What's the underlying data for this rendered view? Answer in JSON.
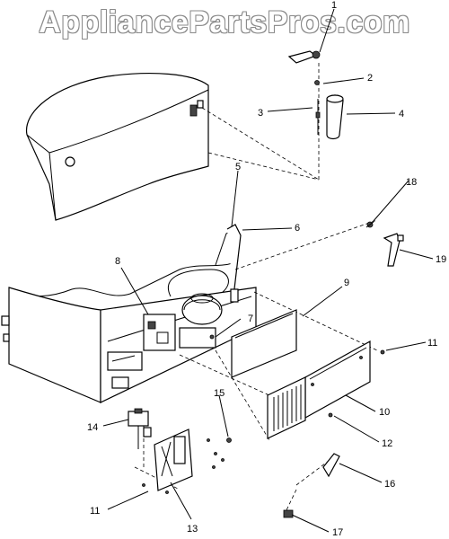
{
  "watermark": {
    "text": "AppliancePartsPros.com"
  },
  "callouts": [
    {
      "id": "1",
      "label": "1"
    },
    {
      "id": "2",
      "label": "2"
    },
    {
      "id": "3",
      "label": "3"
    },
    {
      "id": "4",
      "label": "4"
    },
    {
      "id": "5",
      "label": "5"
    },
    {
      "id": "6",
      "label": "6"
    },
    {
      "id": "7",
      "label": "7"
    },
    {
      "id": "8",
      "label": "8"
    },
    {
      "id": "9",
      "label": "9"
    },
    {
      "id": "10",
      "label": "10"
    },
    {
      "id": "11a",
      "label": "11"
    },
    {
      "id": "11b",
      "label": "11"
    },
    {
      "id": "12",
      "label": "12"
    },
    {
      "id": "13",
      "label": "13"
    },
    {
      "id": "14",
      "label": "14"
    },
    {
      "id": "15",
      "label": "15"
    },
    {
      "id": "16",
      "label": "16"
    },
    {
      "id": "17",
      "label": "17"
    },
    {
      "id": "18",
      "label": "18"
    },
    {
      "id": "19",
      "label": "19"
    }
  ]
}
